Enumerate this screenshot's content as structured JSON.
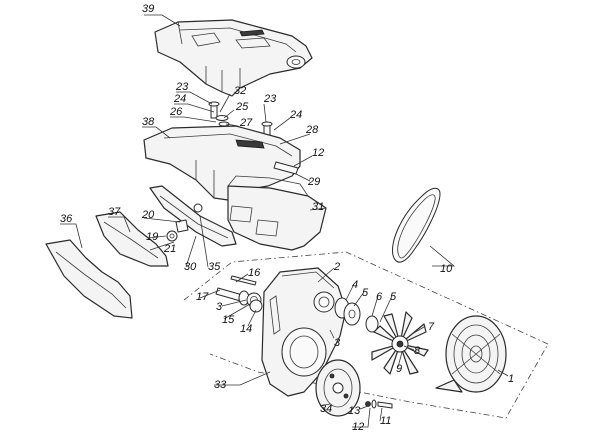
{
  "callouts": [
    {
      "id": "c39",
      "label": "39"
    },
    {
      "id": "c23a",
      "label": "23"
    },
    {
      "id": "c24a",
      "label": "24"
    },
    {
      "id": "c32",
      "label": "32"
    },
    {
      "id": "c25",
      "label": "25"
    },
    {
      "id": "c26",
      "label": "26"
    },
    {
      "id": "c27",
      "label": "27"
    },
    {
      "id": "c23b",
      "label": "23"
    },
    {
      "id": "c24b",
      "label": "24"
    },
    {
      "id": "c38",
      "label": "38"
    },
    {
      "id": "c28",
      "label": "28"
    },
    {
      "id": "c12a",
      "label": "12"
    },
    {
      "id": "c29",
      "label": "29"
    },
    {
      "id": "c31",
      "label": "31"
    },
    {
      "id": "c37",
      "label": "37"
    },
    {
      "id": "c20",
      "label": "20"
    },
    {
      "id": "c19",
      "label": "19"
    },
    {
      "id": "c21",
      "label": "21"
    },
    {
      "id": "c36",
      "label": "36"
    },
    {
      "id": "c30",
      "label": "30"
    },
    {
      "id": "c35",
      "label": "35"
    },
    {
      "id": "c16",
      "label": "16"
    },
    {
      "id": "c2",
      "label": "2"
    },
    {
      "id": "c17",
      "label": "17"
    },
    {
      "id": "c3a",
      "label": "3"
    },
    {
      "id": "c15",
      "label": "15"
    },
    {
      "id": "c14",
      "label": "14"
    },
    {
      "id": "c4",
      "label": "4"
    },
    {
      "id": "c5a",
      "label": "5"
    },
    {
      "id": "c6",
      "label": "6"
    },
    {
      "id": "c5b",
      "label": "5"
    },
    {
      "id": "c7",
      "label": "7"
    },
    {
      "id": "c3b",
      "label": "3"
    },
    {
      "id": "c8",
      "label": "8"
    },
    {
      "id": "c9",
      "label": "9"
    },
    {
      "id": "c10",
      "label": "10"
    },
    {
      "id": "c1",
      "label": "1"
    },
    {
      "id": "c33",
      "label": "33"
    },
    {
      "id": "c34",
      "label": "34"
    },
    {
      "id": "c13",
      "label": "13"
    },
    {
      "id": "c12b",
      "label": "12"
    },
    {
      "id": "c11",
      "label": "11"
    }
  ]
}
